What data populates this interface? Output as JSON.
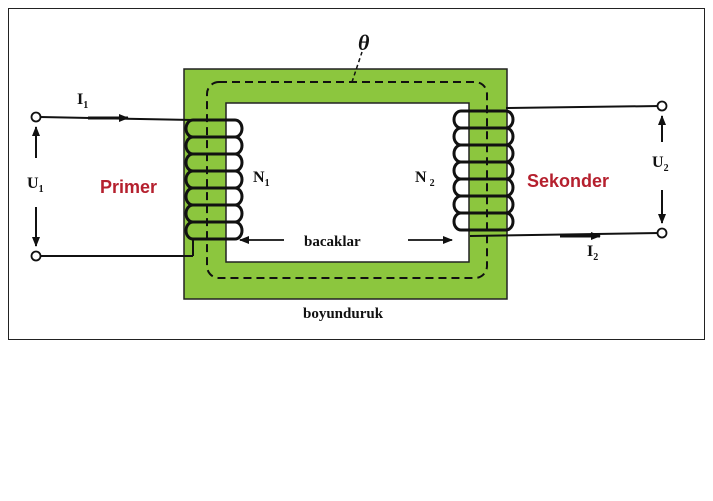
{
  "labels": {
    "i1_main": "I",
    "i1_sub": "1",
    "u1_main": "U",
    "u1_sub": "1",
    "primary": "Primer",
    "n1_main": "N",
    "n1_sub": "1",
    "flux": "θ",
    "n2_main": "N",
    "n2_sub": "2",
    "secondary": "Sekonder",
    "u2_main": "U",
    "u2_sub": "2",
    "i2_main": "I",
    "i2_sub": "2",
    "legs": "bacaklar",
    "yoke": "boyunduruk"
  },
  "colors": {
    "core": "#8cc63e",
    "label_red": "#b5202e",
    "wire": "#111111"
  }
}
